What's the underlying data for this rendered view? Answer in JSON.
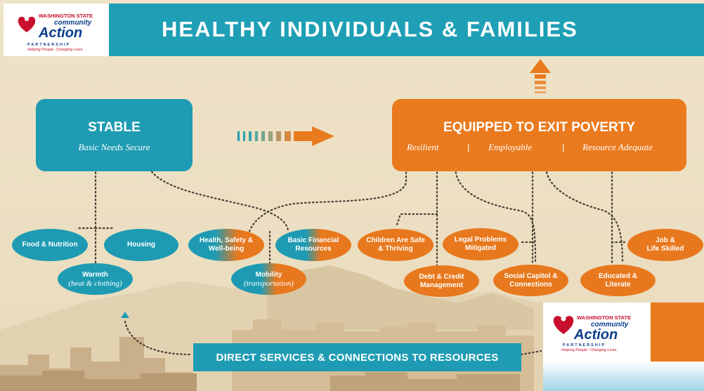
{
  "header": {
    "title": "HEALTHY INDIVIDUALS & FAMILIES",
    "title_bg": "#1e9fb5"
  },
  "logo": {
    "state": "WASHINGTON STATE",
    "community": "community",
    "action": "Action",
    "partnership": "PARTNERSHIP",
    "tagline": "Helping People. Changing Lives."
  },
  "stable": {
    "title": "STABLE",
    "subtitle": "Basic Needs Secure",
    "color": "#1f9cb3"
  },
  "exit_poverty": {
    "title": "EQUIPPED TO EXIT POVERTY",
    "items": [
      "Resilient",
      "Employable",
      "Resource Adequate"
    ],
    "separator": "|",
    "color": "#ea7a1e"
  },
  "ovals": {
    "food": "Food & Nutrition",
    "housing": "Housing",
    "warmth": "Warmth",
    "warmth_sub": "(heat & clothing)",
    "health_1": "Health, Safety &",
    "health_2": "Well-being",
    "financial_1": "Basic Financial",
    "financial_2": "Resources",
    "mobility": "Mobility",
    "mobility_sub": "(transportation)",
    "children_1": "Children Are Safe",
    "children_2": "& Thriving",
    "legal_1": "Legal Problems",
    "legal_2": "Mitigated",
    "debt_1": "Debt & Credit",
    "debt_2": "Management",
    "social_1": "Social Capitol &",
    "social_2": "Connections",
    "job_1": "Job &",
    "job_2": "Life Skilled",
    "educated_1": "Educated &",
    "educated_2": "Literate"
  },
  "banner": {
    "text": "DIRECT SERVICES & CONNECTIONS TO RESOURCES"
  },
  "icons": [
    "heart-hands-logo-icon",
    "progress-arrow-icon",
    "up-arrow-icon",
    "connector-arrow-icon"
  ]
}
